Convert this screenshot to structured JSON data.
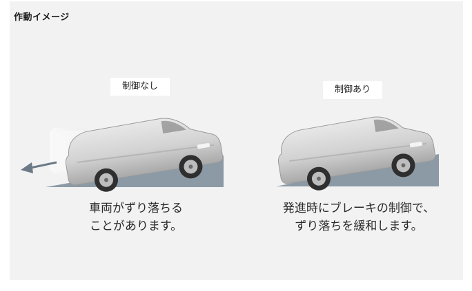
{
  "heading": "作動イメージ",
  "left": {
    "label": "制御なし",
    "caption": "車両がずり落ちる\nことがあります。"
  },
  "right": {
    "label": "制御あり",
    "caption": "発進時にブレーキの制御で、\nずり落ちを緩和します。"
  },
  "colors": {
    "panel": "#f2f2f2",
    "slope": "#8c9aa6",
    "car_body": "#d6d6d6",
    "arrow": "#6b7a86"
  }
}
